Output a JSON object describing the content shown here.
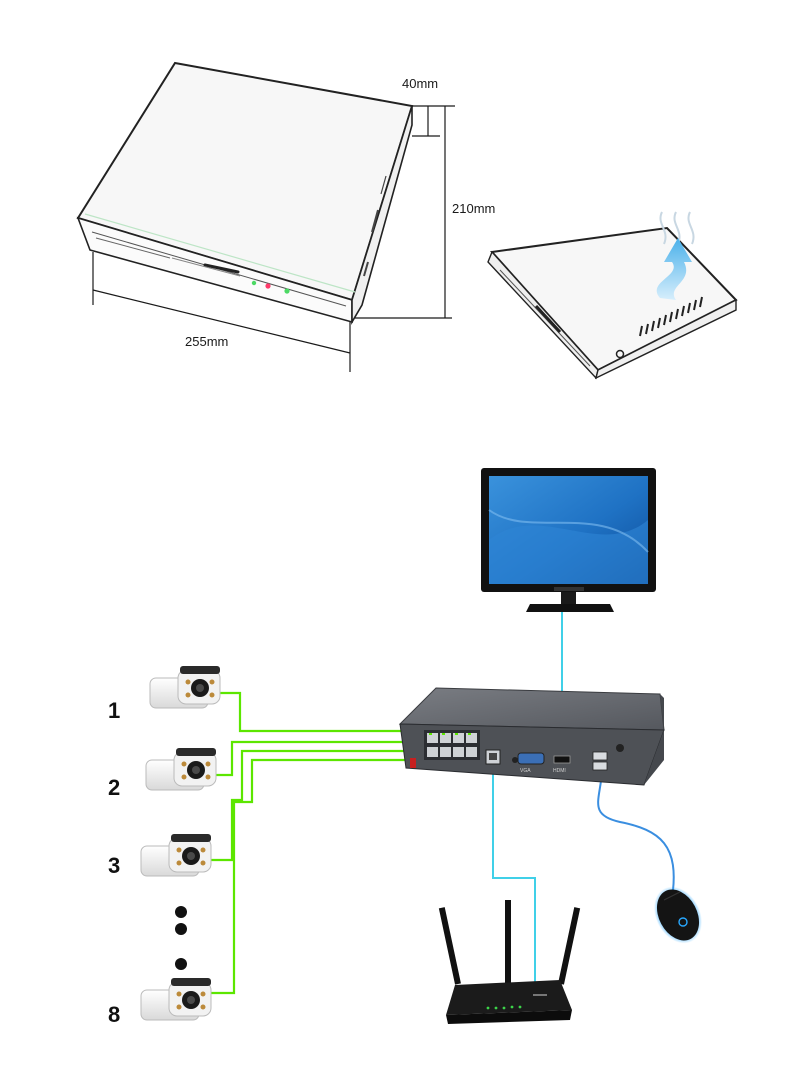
{
  "dimensions": {
    "height": "40mm",
    "depth": "210mm",
    "width": "255mm"
  },
  "cameras": [
    {
      "label": "1"
    },
    {
      "label": "2"
    },
    {
      "label": "3"
    },
    {
      "label": "8"
    }
  ],
  "icons": {
    "nvr_outline": "nvr-outline-icon",
    "nvr_heat": "nvr-heat-dissipation-icon",
    "heat_arrow": "heat-arrow-icon",
    "monitor": "monitor-icon",
    "nvr_device": "nvr-device-icon",
    "camera": "bullet-camera-icon",
    "router": "router-icon",
    "mouse": "mouse-icon"
  },
  "colors": {
    "camera_cable": "#5ce600",
    "video_cable": "#40d0e8",
    "network_cable": "#40d0e8",
    "usb_cable": "#3a8ee0",
    "heat_arrow": "#7ec8f0",
    "monitor_screen": "#1f72c4",
    "nvr_body": "#5f6268",
    "mouse_glow": "#28a8ff"
  }
}
